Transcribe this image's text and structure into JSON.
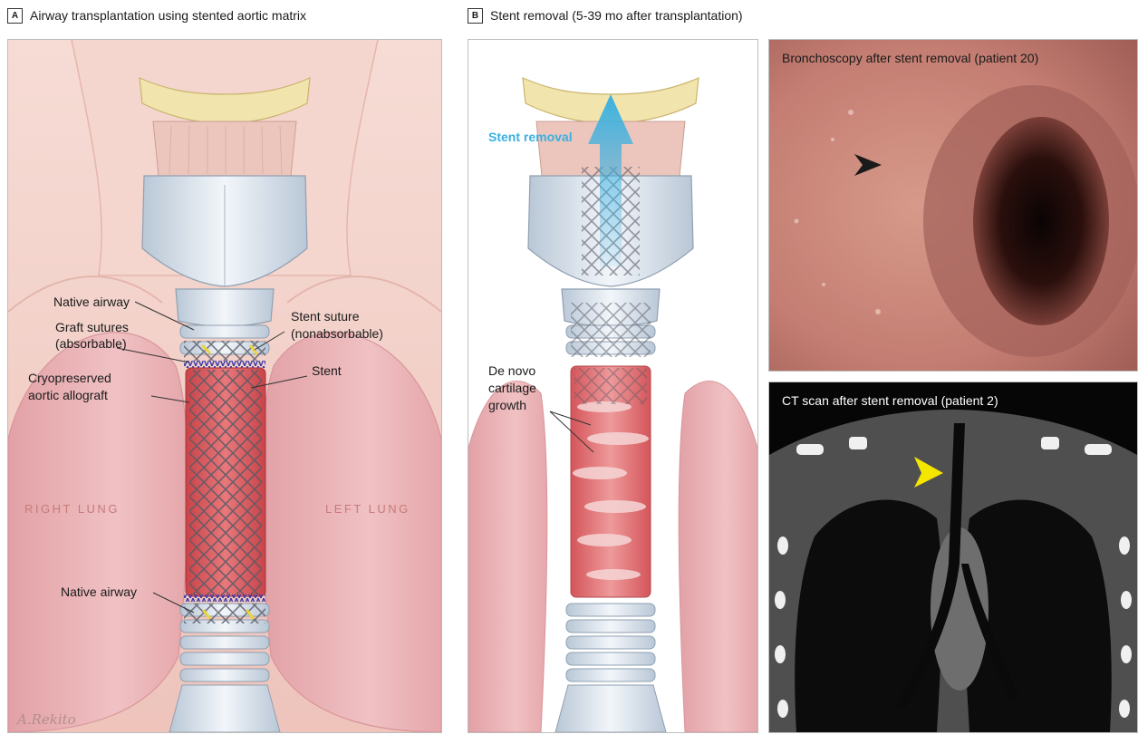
{
  "panelA": {
    "letter": "A",
    "title": "Airway transplantation using stented aortic matrix",
    "labels": {
      "native_airway_top": "Native airway",
      "graft_sutures_1": "Graft sutures",
      "graft_sutures_2": "(absorbable)",
      "stent_suture_1": "Stent suture",
      "stent_suture_2": "(nonabsorbable)",
      "cryo_1": "Cryopreserved",
      "cryo_2": "aortic allograft",
      "stent": "Stent",
      "right_lung": "RIGHT LUNG",
      "left_lung": "LEFT LUNG",
      "native_airway_bottom": "Native airway",
      "signature": "A.Rekito"
    }
  },
  "panelB": {
    "letter": "B",
    "title": "Stent removal (5-39 mo after transplantation)",
    "labels": {
      "stent_removal": "Stent removal",
      "denovo_1": "De novo",
      "denovo_2": "cartilage",
      "denovo_3": "growth"
    },
    "bronchoscopy_caption": "Bronchoscopy after stent removal (patient 20)",
    "ct_caption": "CT scan after stent removal (patient 2)"
  },
  "colors": {
    "skin": "#f3d3cc",
    "lung": "#eab0b3",
    "cartilage": "#e4edf5",
    "graft": "#d9575c",
    "stent_blue": "#3ab0e0",
    "ct_arrow": "#f5e600"
  }
}
